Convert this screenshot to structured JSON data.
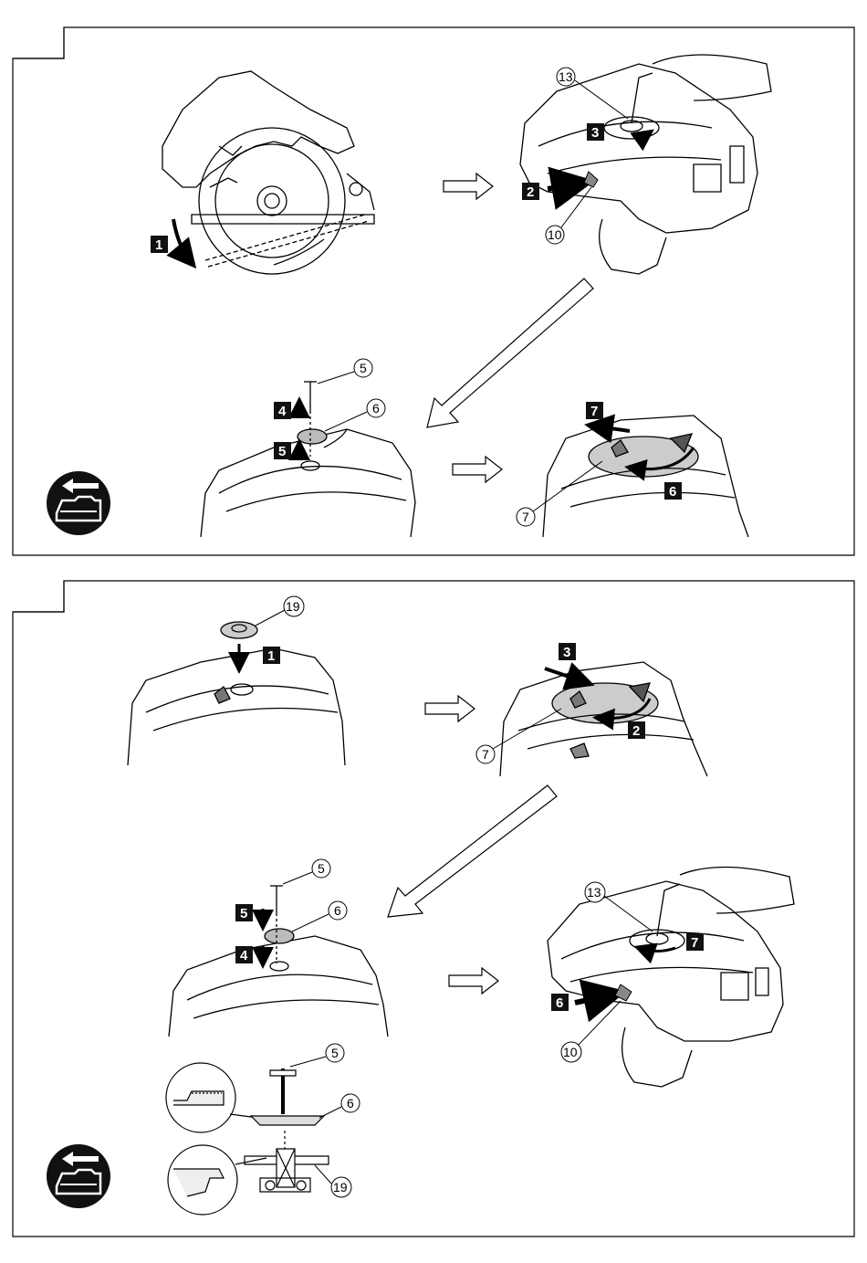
{
  "panel_top": {
    "steps": [
      "1",
      "2",
      "3",
      "4",
      "5",
      "6",
      "7"
    ],
    "callouts": {
      "c13": "13",
      "c10": "10",
      "c5": "5",
      "c6": "6",
      "c7": "7"
    }
  },
  "panel_bottom": {
    "steps": [
      "1",
      "2",
      "3",
      "4",
      "5",
      "6",
      "7"
    ],
    "callouts": {
      "c19": "19",
      "c7": "7",
      "c5": "5",
      "c6": "6",
      "c13": "13",
      "c10": "10",
      "c5b": "5",
      "c6b": "6",
      "c19b": "19"
    }
  },
  "icons": [
    "battery-remove-icon",
    "battery-remove-icon"
  ]
}
